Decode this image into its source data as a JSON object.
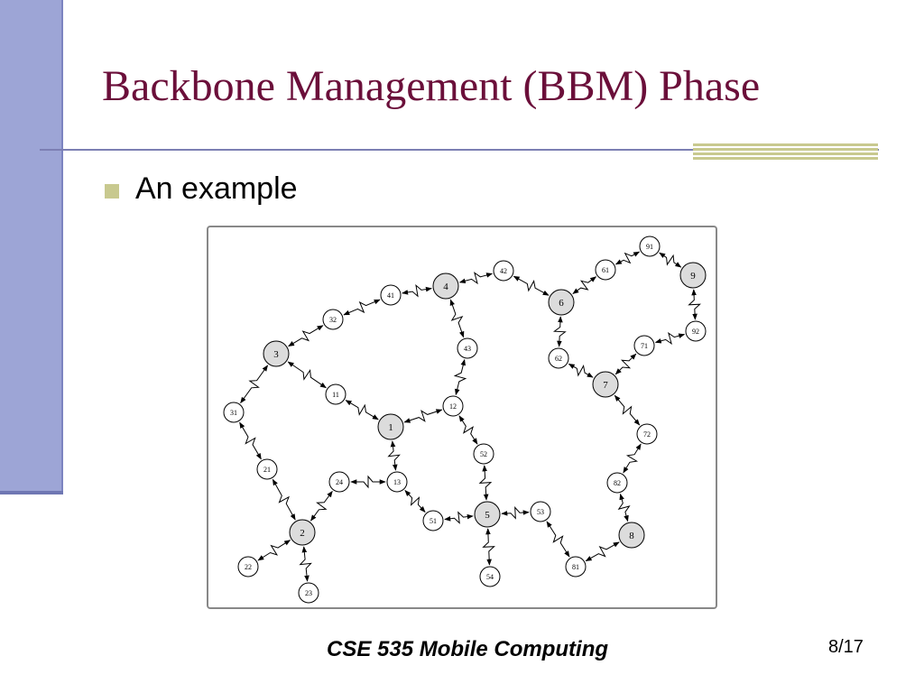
{
  "slide": {
    "title": "Backbone Management (BBM) Phase",
    "bullet": "An example",
    "footer": "CSE 535 Mobile Computing",
    "page_number": "8/17"
  },
  "diagram": {
    "nodes": [
      {
        "id": "1",
        "backbone": true
      },
      {
        "id": "2",
        "backbone": true
      },
      {
        "id": "3",
        "backbone": true
      },
      {
        "id": "4",
        "backbone": true
      },
      {
        "id": "5",
        "backbone": true
      },
      {
        "id": "6",
        "backbone": true
      },
      {
        "id": "7",
        "backbone": true
      },
      {
        "id": "8",
        "backbone": true
      },
      {
        "id": "9",
        "backbone": true
      },
      {
        "id": "11",
        "backbone": false
      },
      {
        "id": "12",
        "backbone": false
      },
      {
        "id": "13",
        "backbone": false
      },
      {
        "id": "21",
        "backbone": false
      },
      {
        "id": "22",
        "backbone": false
      },
      {
        "id": "23",
        "backbone": false
      },
      {
        "id": "24",
        "backbone": false
      },
      {
        "id": "31",
        "backbone": false
      },
      {
        "id": "32",
        "backbone": false
      },
      {
        "id": "41",
        "backbone": false
      },
      {
        "id": "42",
        "backbone": false
      },
      {
        "id": "43",
        "backbone": false
      },
      {
        "id": "51",
        "backbone": false
      },
      {
        "id": "52",
        "backbone": false
      },
      {
        "id": "53",
        "backbone": false
      },
      {
        "id": "54",
        "backbone": false
      },
      {
        "id": "61",
        "backbone": false
      },
      {
        "id": "62",
        "backbone": false
      },
      {
        "id": "71",
        "backbone": false
      },
      {
        "id": "72",
        "backbone": false
      },
      {
        "id": "81",
        "backbone": false
      },
      {
        "id": "82",
        "backbone": false
      },
      {
        "id": "91",
        "backbone": false
      },
      {
        "id": "92",
        "backbone": false
      }
    ],
    "links": [
      [
        "3",
        "32"
      ],
      [
        "32",
        "41"
      ],
      [
        "41",
        "4"
      ],
      [
        "4",
        "42"
      ],
      [
        "42",
        "6"
      ],
      [
        "6",
        "61"
      ],
      [
        "61",
        "91"
      ],
      [
        "91",
        "9"
      ],
      [
        "9",
        "92"
      ],
      [
        "92",
        "71"
      ],
      [
        "71",
        "7"
      ],
      [
        "7",
        "62"
      ],
      [
        "62",
        "6"
      ],
      [
        "7",
        "72"
      ],
      [
        "72",
        "82"
      ],
      [
        "82",
        "8"
      ],
      [
        "8",
        "81"
      ],
      [
        "81",
        "53"
      ],
      [
        "53",
        "5"
      ],
      [
        "5",
        "54"
      ],
      [
        "5",
        "51"
      ],
      [
        "51",
        "13"
      ],
      [
        "13",
        "24"
      ],
      [
        "13",
        "1"
      ],
      [
        "24",
        "2"
      ],
      [
        "2",
        "22"
      ],
      [
        "2",
        "23"
      ],
      [
        "2",
        "21"
      ],
      [
        "21",
        "31"
      ],
      [
        "31",
        "3"
      ],
      [
        "3",
        "11"
      ],
      [
        "11",
        "1"
      ],
      [
        "1",
        "12"
      ],
      [
        "12",
        "43"
      ],
      [
        "43",
        "4"
      ],
      [
        "12",
        "52"
      ],
      [
        "52",
        "5"
      ]
    ]
  }
}
